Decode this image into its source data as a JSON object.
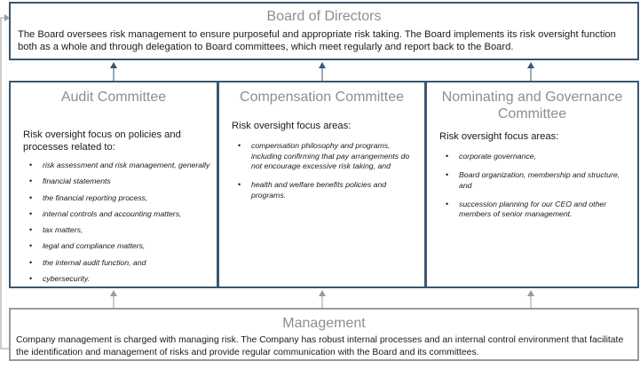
{
  "board": {
    "title": "Board of Directors",
    "text": "The Board oversees risk management to ensure purposeful and appropriate risk taking. The Board implements its risk oversight function both as a whole and through delegation to Board committees, which meet regularly and report back to the Board."
  },
  "committees": [
    {
      "title": "Audit Committee",
      "lead": "Risk oversight focus on policies and processes related to:",
      "items": [
        " risk assessment and risk management, generally",
        "financial statements",
        "the financial reporting process,",
        "internal controls and accounting matters,",
        "tax matters,",
        "legal and compliance matters,",
        "the internal audit function, and",
        "cybersecurity."
      ]
    },
    {
      "title": "Compensation Committee",
      "lead": "Risk oversight focus areas:",
      "items": [
        "compensation philosophy and programs, including confirming that pay arrangements do not encourage excessive risk taking, and",
        "health and welfare benefits policies and programs."
      ]
    },
    {
      "title": "Nominating and Governance Committee",
      "lead": "Risk oversight focus areas:",
      "items": [
        "corporate governance,",
        "Board organization, membership and structure, and",
        "succession planning for our CEO and other members of senior management."
      ]
    }
  ],
  "management": {
    "title": "Management",
    "text": "Company management is charged with managing risk. The Company has robust internal processes and an internal control environment that facilitate the identification and management of risks and provide regular communication with the Board and its committees."
  },
  "colors": {
    "committee_border": "#3b5670",
    "management_border": "#9a9a9a",
    "title_gray": "#8a8f94"
  }
}
